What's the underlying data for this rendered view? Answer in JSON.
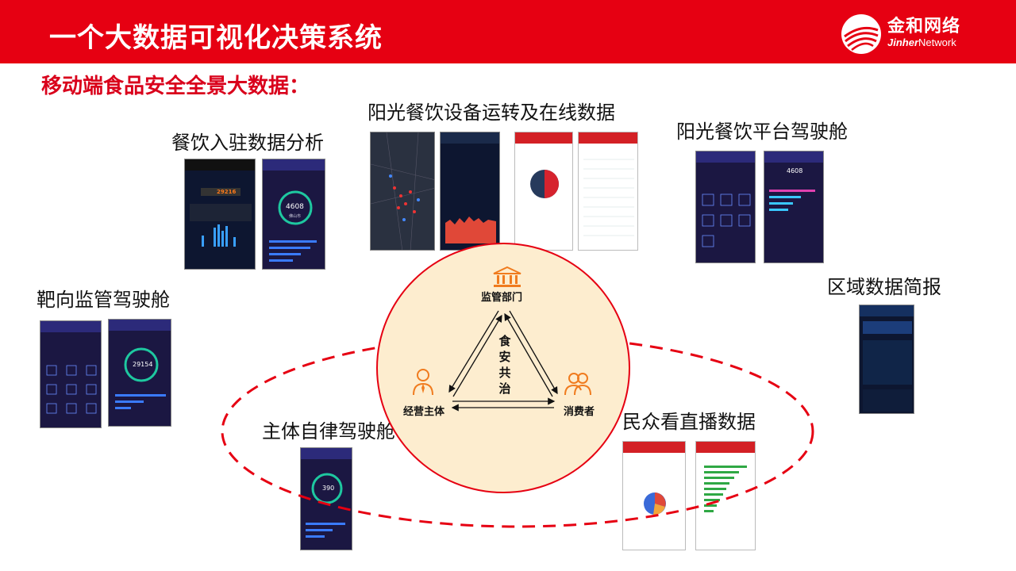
{
  "header": {
    "title": "一个大数据可视化决策系统",
    "brand_cn": "金和网络",
    "brand_en_bold": "Jinher",
    "brand_en_rest": "Network",
    "brand_color": "#e60012"
  },
  "subtitle": "移动端食品安全全景大数据：",
  "sections": {
    "catering_entry": "餐饮入驻数据分析",
    "equipment": "阳光餐饮设备运转及在线数据",
    "platform_cockpit": "阳光餐饮平台驾驶舱",
    "target_cockpit": "靶向监管驾驶舱",
    "regional_report": "区域数据简报",
    "self_discipline": "主体自律驾驶舱",
    "public_live": "民众看直播数据"
  },
  "center": {
    "regulator": "监管部门",
    "operator": "经营主体",
    "consumer": "消费者",
    "slogan": "食安共治"
  },
  "mockups": {
    "entry_phone_a": {
      "value": "29216"
    },
    "entry_phone_b": {
      "value": "4608",
      "sub": "佛山市"
    },
    "target_phone_b": {
      "value": "29154"
    },
    "self_phone": {
      "value": "390"
    },
    "platform_phone_b": {
      "value": "4608"
    }
  }
}
